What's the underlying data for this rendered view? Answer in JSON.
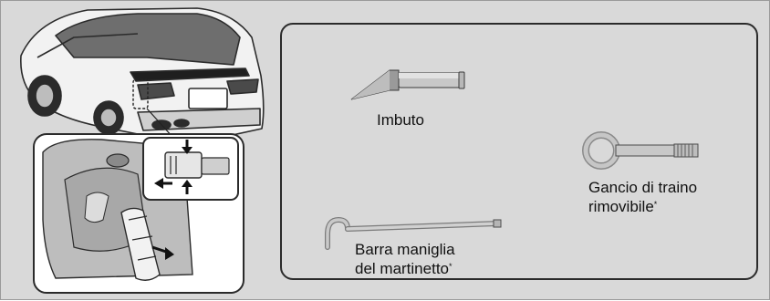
{
  "tools": {
    "funnel": {
      "label": "Imbuto"
    },
    "tow_hook": {
      "label_line1": "Gancio di traino",
      "label_line2": "rimovibile",
      "asterisk": "*"
    },
    "jack_handle": {
      "label_line1": "Barra maniglia",
      "label_line2": "del martinetto",
      "asterisk": "*"
    }
  },
  "icons": [
    "car-rear-illustration",
    "cargo-area-detail",
    "strap-buckle-detail",
    "funnel-icon",
    "tow-hook-icon",
    "jack-handle-bar-icon"
  ]
}
